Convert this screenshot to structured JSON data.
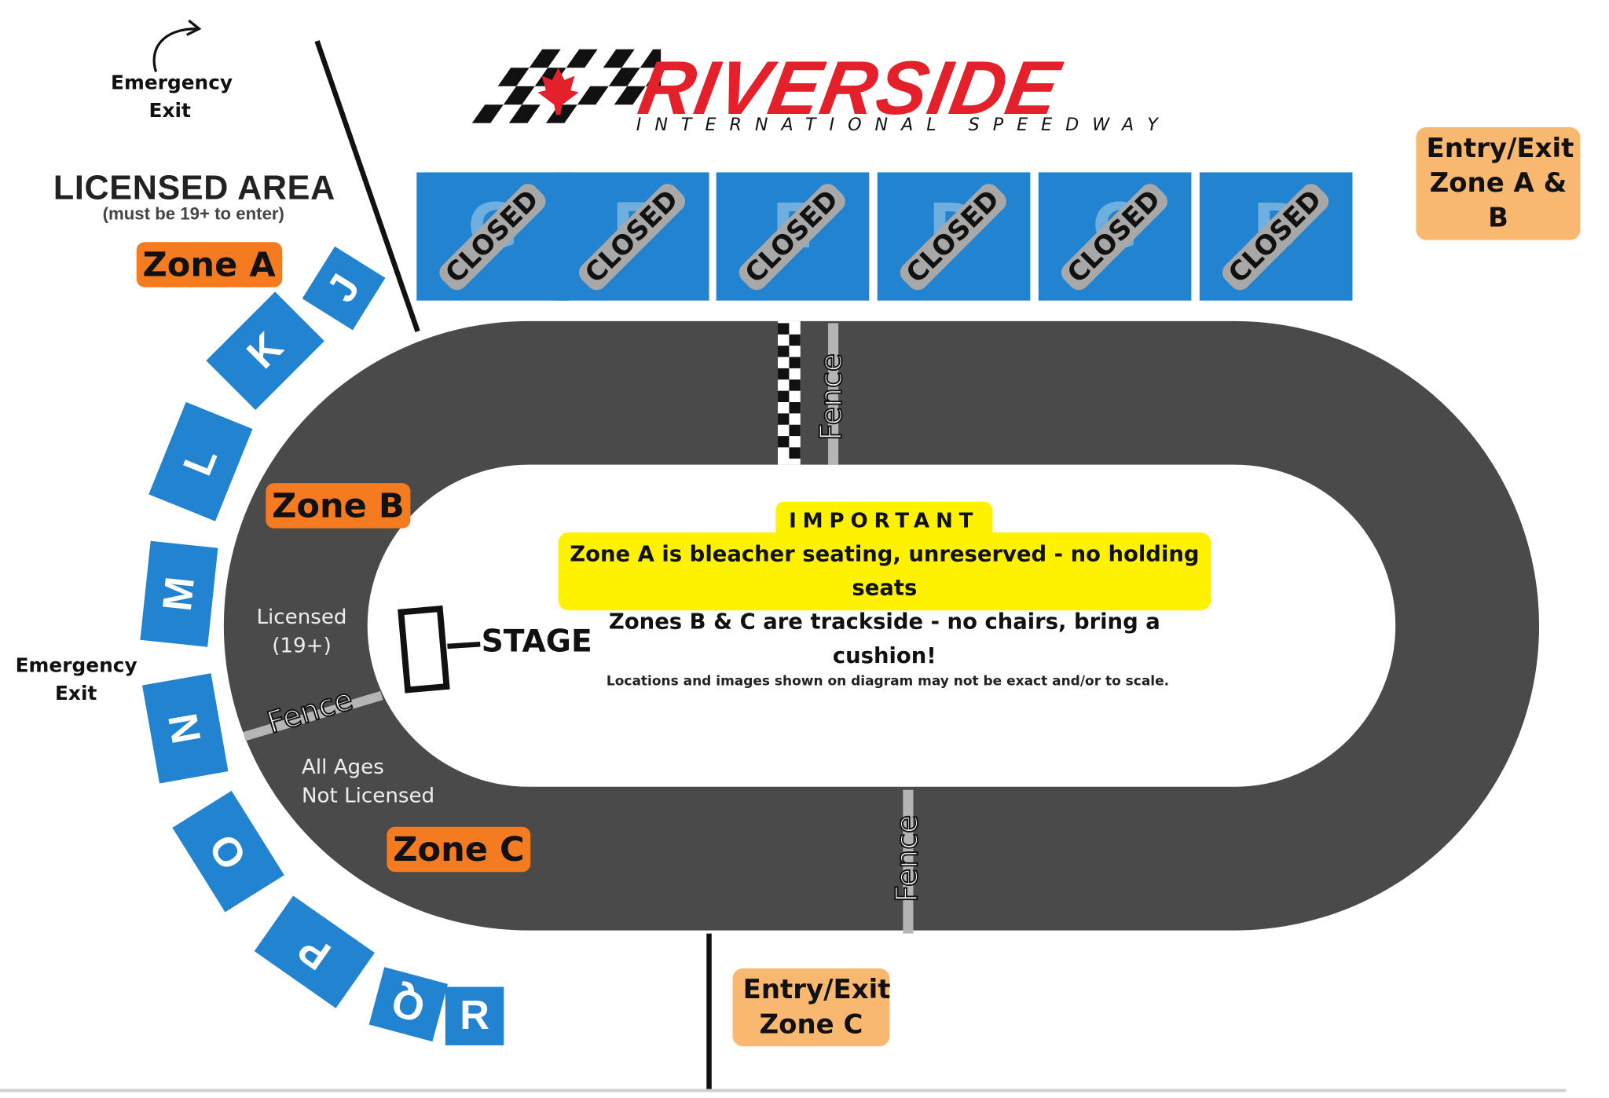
{
  "logo": {
    "brand": "RIVERSIDE",
    "subtitle": "INTERNATIONAL SPEEDWAY"
  },
  "emergency_exit_top": "Emergency Exit",
  "emergency_exit_left": "Emergency Exit",
  "licensed_area": {
    "title": "LICENSED AREA",
    "note": "(must be 19+ to enter)"
  },
  "zones": {
    "a": "Zone A",
    "b": "Zone B",
    "c": "Zone C"
  },
  "entry_ab": {
    "line1": "Entry/Exit",
    "line2": "Zone A & B"
  },
  "entry_c": {
    "line1": "Entry/Exit",
    "line2": "Zone C"
  },
  "bays": [
    {
      "letter": "G",
      "status": "CLOSED"
    },
    {
      "letter": "F",
      "status": "CLOSED"
    },
    {
      "letter": "E",
      "status": "CLOSED"
    },
    {
      "letter": "D",
      "status": "CLOSED"
    },
    {
      "letter": "C",
      "status": "CLOSED"
    },
    {
      "letter": "B",
      "status": "CLOSED"
    }
  ],
  "sections": [
    "J",
    "K",
    "L",
    "M",
    "N",
    "O",
    "P",
    "Q",
    "R"
  ],
  "fence_label": "Fence",
  "licensed_label": {
    "line1": "Licensed",
    "line2": "(19+)"
  },
  "all_ages_label": {
    "line1": "All Ages",
    "line2": "Not Licensed"
  },
  "stage_label": "STAGE",
  "important": {
    "heading": "IMPORTANT",
    "line1": "Zone A is bleacher seating, unreserved - no holding seats",
    "line2": "Zones B & C are trackside - no chairs, bring a cushion!"
  },
  "disclaimer": "Locations and images shown on diagram may not be exact and/or to scale.",
  "colors": {
    "track": "#4a4a4a",
    "seat_blue": "#2284d0",
    "zone_orange": "#f47b20",
    "entry_orange": "#f9b870",
    "important_yellow": "#fff200",
    "logo_red": "#e4202a"
  }
}
